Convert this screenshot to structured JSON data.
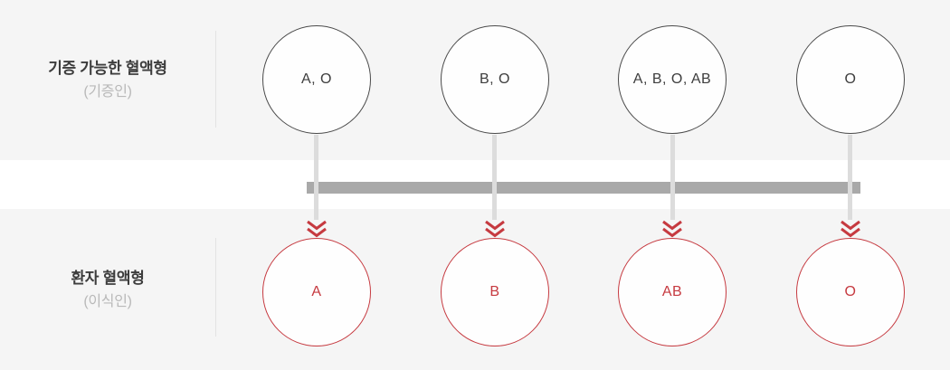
{
  "diagram": {
    "rows": {
      "donor": {
        "title": "기증 가능한 혈액형",
        "subtitle": "(기증인)",
        "circles": [
          "A, O",
          "B, O",
          "A, B, O, AB",
          "O"
        ]
      },
      "patient": {
        "title": "환자 혈액형",
        "subtitle": "(이식인)",
        "circles": [
          "A",
          "B",
          "AB",
          "O"
        ]
      }
    }
  },
  "colors": {
    "accent_red": "#c63a40",
    "bar_gray": "#a9a9a9",
    "band_background": "#f5f5f5",
    "connector_line": "#dcdcdc",
    "donor_circle_border": "#4a4a4a"
  }
}
